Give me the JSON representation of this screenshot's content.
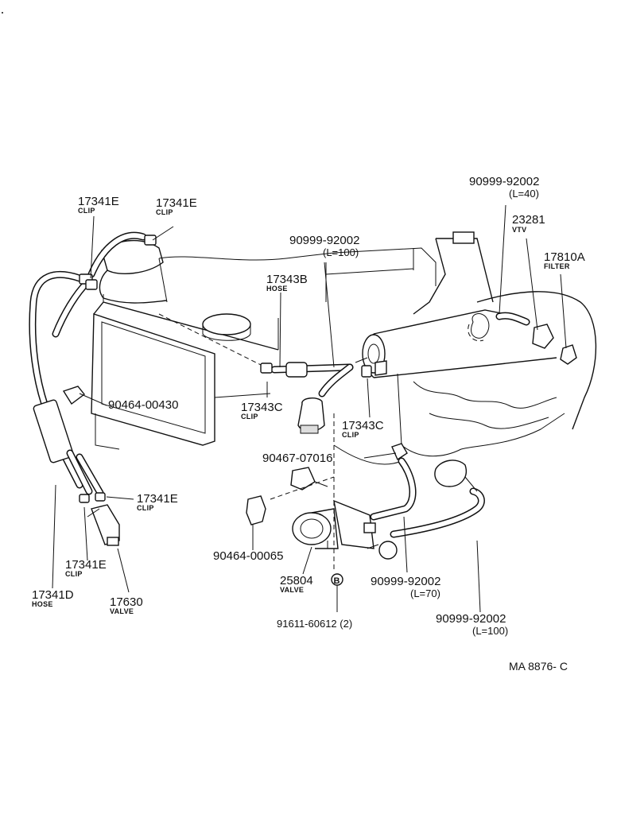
{
  "callouts": [
    {
      "id": "c1",
      "number": "17341E",
      "name": "CLIP"
    },
    {
      "id": "c2",
      "number": "17341E",
      "name": "CLIP"
    },
    {
      "id": "c3",
      "number": "90999-92002",
      "name": "(L=40)"
    },
    {
      "id": "c4",
      "number": "23281",
      "name": "VTV"
    },
    {
      "id": "c5",
      "number": "17810A",
      "name": "FILTER"
    },
    {
      "id": "c6",
      "number": "90999-92002",
      "name": "(L=100)"
    },
    {
      "id": "c7",
      "number": "17343B",
      "name": "HOSE"
    },
    {
      "id": "c8",
      "number": "90464-00430",
      "name": ""
    },
    {
      "id": "c9",
      "number": "17343C",
      "name": "CLIP"
    },
    {
      "id": "c10",
      "number": "17343C",
      "name": "CLIP"
    },
    {
      "id": "c11",
      "number": "90467-07016",
      "name": ""
    },
    {
      "id": "c12",
      "number": "17341E",
      "name": "CLIP"
    },
    {
      "id": "c13",
      "number": "90464-00065",
      "name": ""
    },
    {
      "id": "c14",
      "number": "25804",
      "name": "VALVE"
    },
    {
      "id": "c15",
      "number": "90999-92002",
      "name": "(L=70)"
    },
    {
      "id": "c16",
      "number": "17341E",
      "name": "CLIP"
    },
    {
      "id": "c17",
      "number": "17341D",
      "name": "HOSE"
    },
    {
      "id": "c18",
      "number": "17630",
      "name": "VALVE"
    },
    {
      "id": "c19",
      "number": "91611-60612  (2)",
      "name": ""
    },
    {
      "id": "c20",
      "number": "90999-92002",
      "name": "(L=100)"
    }
  ],
  "marker_letter": "B",
  "drawing_code": "MA 8876- C"
}
